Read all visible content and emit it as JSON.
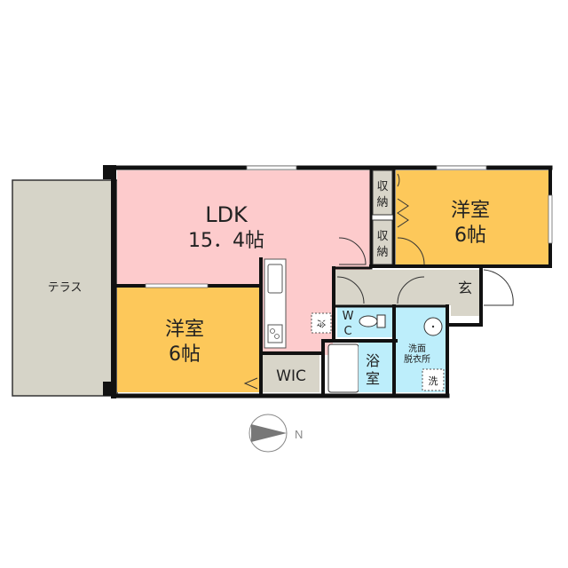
{
  "floorplan": {
    "colors": {
      "ldk": "#fdcbcc",
      "bedroom": "#fdc85a",
      "storage": "#d8d5c9",
      "wet": "#bdeefb",
      "terrace": "#d6d4c8",
      "wall": "#111111",
      "compass": "#808080"
    },
    "rooms": {
      "terrace": "テラス",
      "ldk_name": "LDK",
      "ldk_size": "15．4帖",
      "bedroom1_name": "洋室",
      "bedroom1_size": "6帖",
      "bedroom2_name": "洋室",
      "bedroom2_size": "6帖",
      "wic": "WIC",
      "closet1_a": "収",
      "closet1_b": "納",
      "closet2_a": "収",
      "closet2_b": "納",
      "entrance": "玄",
      "wc_a": "W",
      "wc_b": "C",
      "bath_a": "浴",
      "bath_b": "室",
      "washroom_a": "洗面",
      "washroom_b": "脱衣所",
      "fridge_mark": "冷",
      "washer_mark": "洗"
    },
    "compass": {
      "label": "N"
    }
  }
}
